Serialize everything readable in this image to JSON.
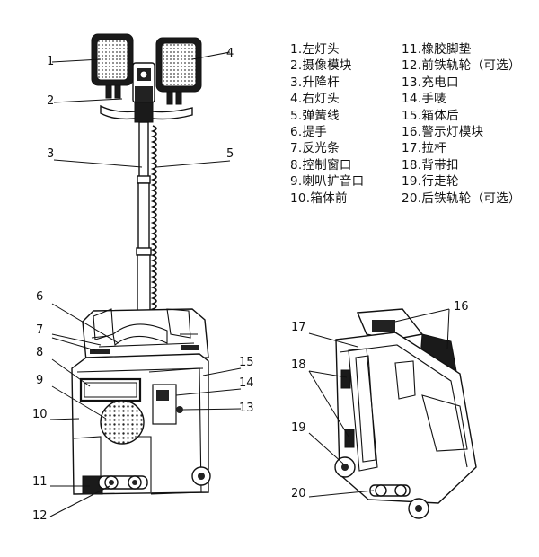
{
  "legend": {
    "left": [
      "1.左灯头",
      "2.摄像模块",
      "3.升降杆",
      "4.右灯头",
      "5.弹簧线",
      "6.提手",
      "7.反光条",
      "8.控制窗口",
      "9.喇叭扩音口",
      "10.箱体前"
    ],
    "right": [
      "11.橡胶脚垫",
      "12.前铁轨轮（可选）",
      "13.充电口",
      "14.手唛",
      "15.箱体后",
      "16.警示灯模块",
      "17.拉杆",
      "18.背带扣",
      "19.行走轮",
      "20.后铁轨轮（可选）"
    ]
  },
  "callouts": [
    "1",
    "2",
    "3",
    "4",
    "5",
    "6",
    "7",
    "8",
    "9",
    "10",
    "11",
    "12",
    "13",
    "14",
    "15",
    "16",
    "17",
    "18",
    "19",
    "20"
  ]
}
